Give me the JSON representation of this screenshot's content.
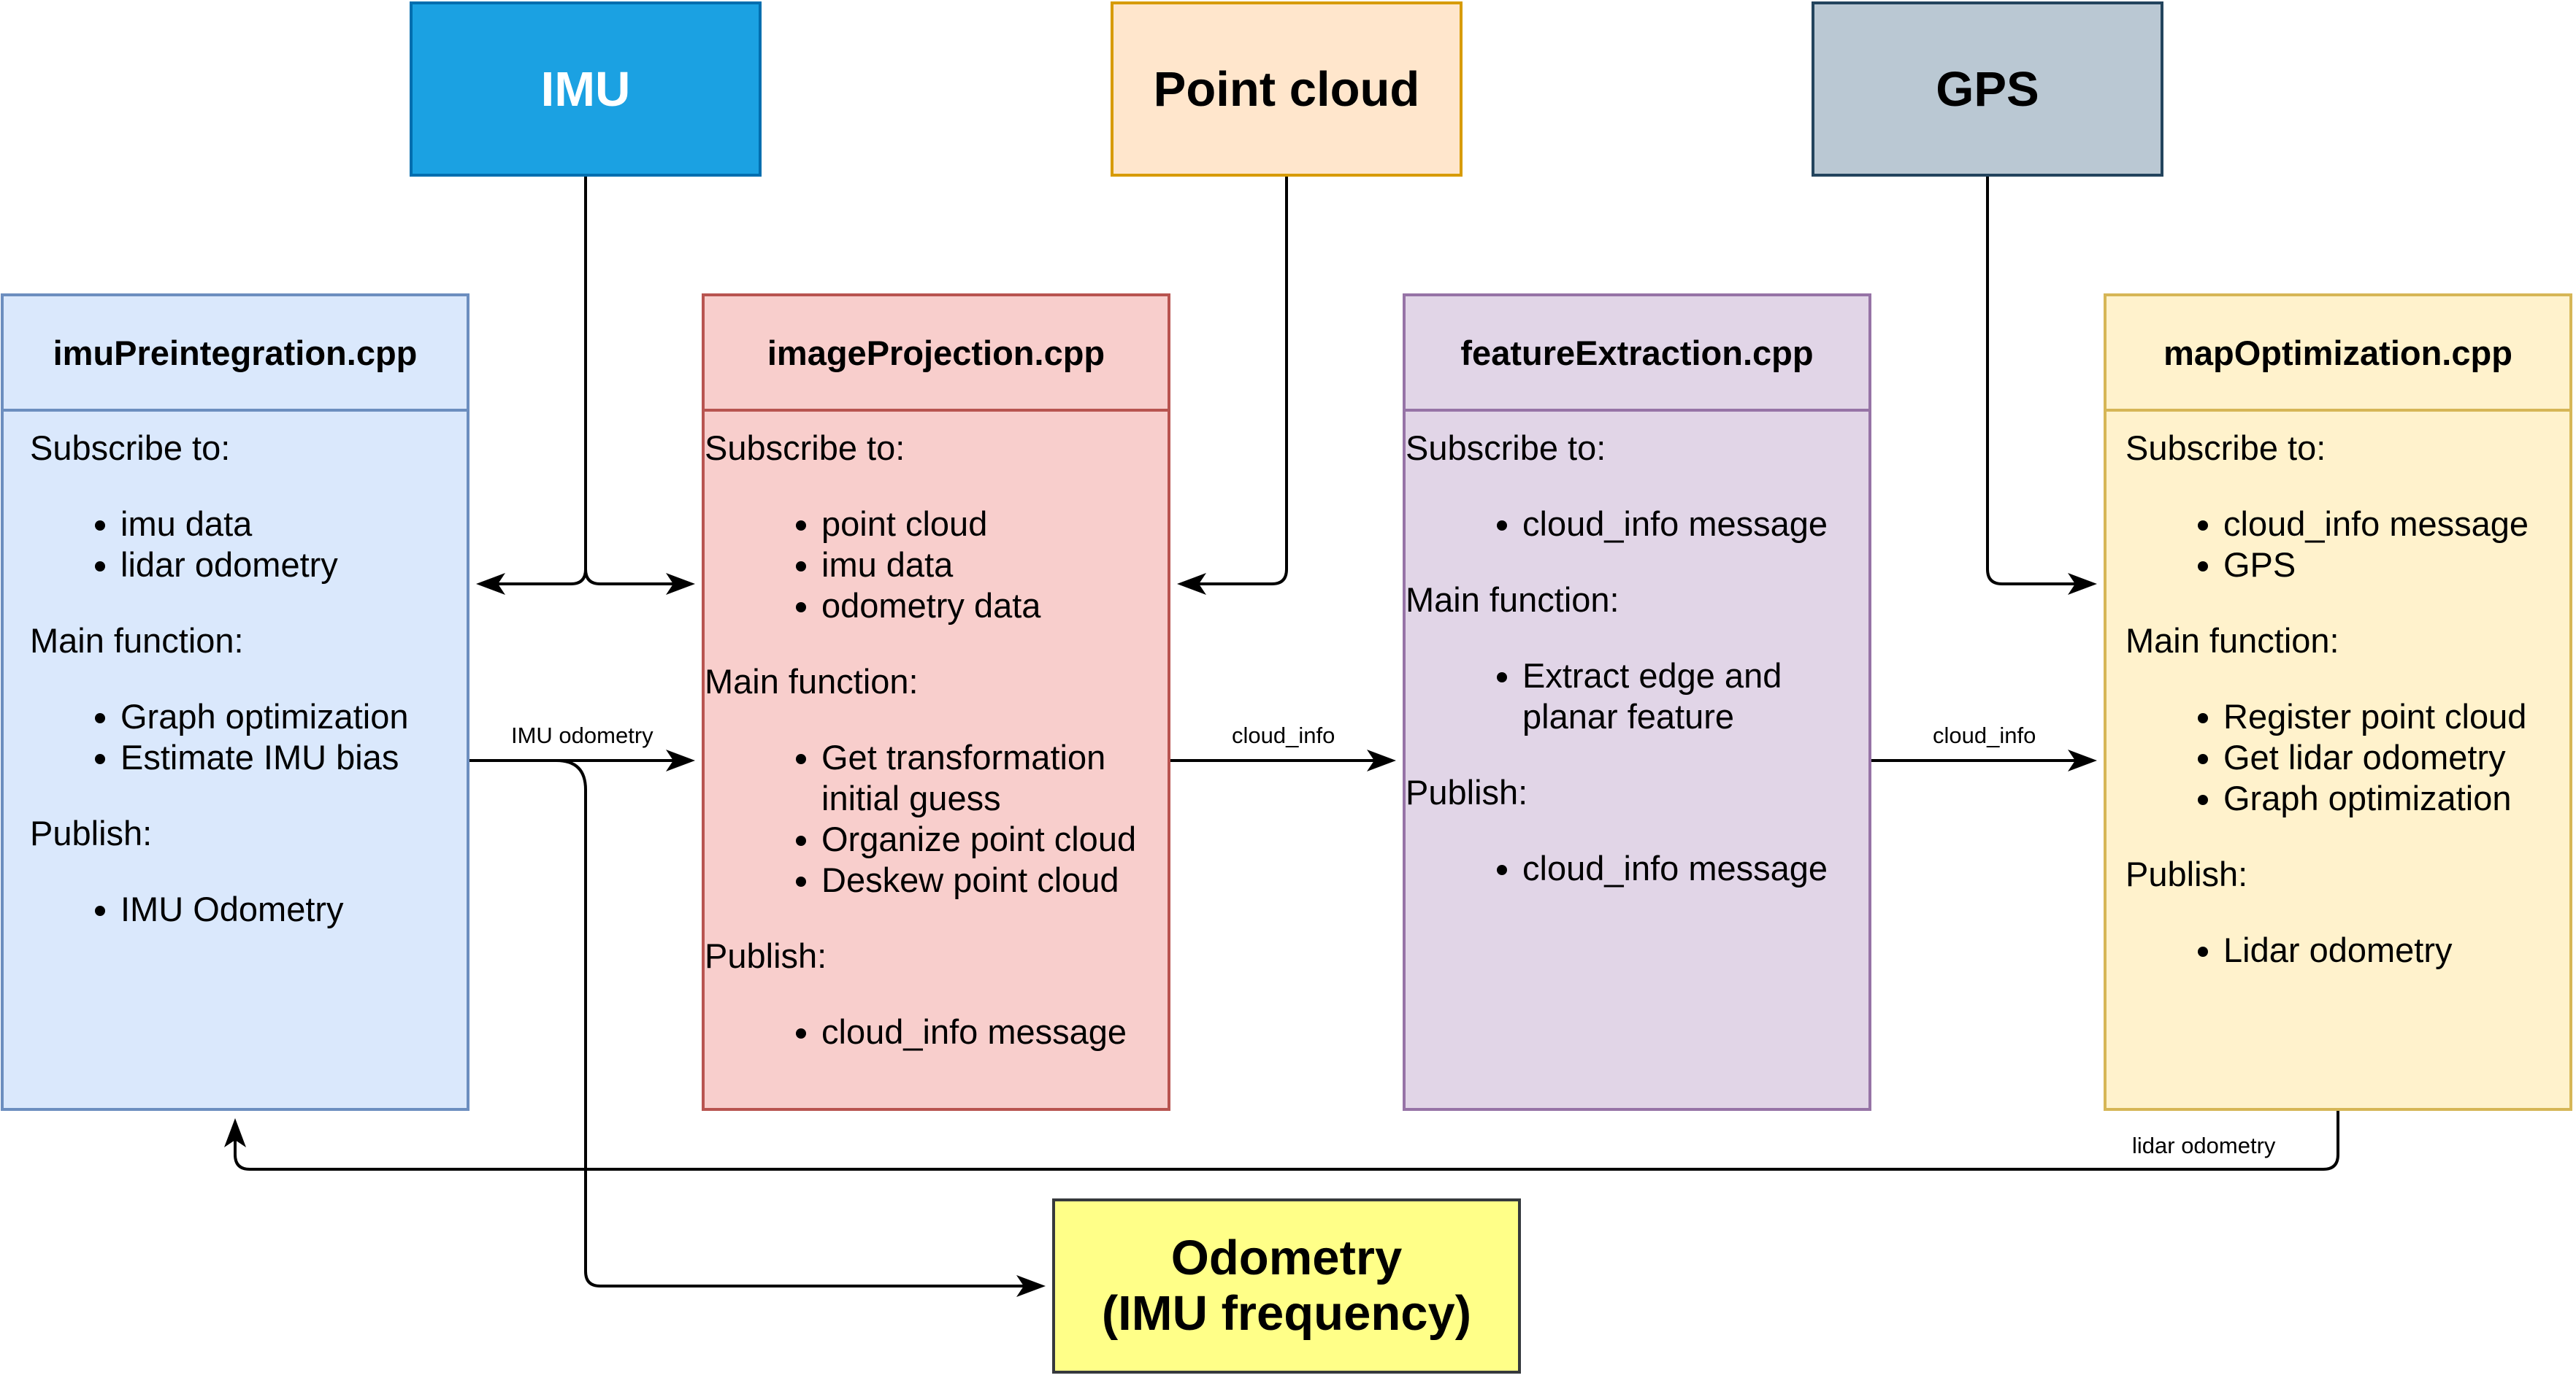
{
  "sources": {
    "imu": {
      "label": "IMU"
    },
    "pointcloud": {
      "label": "Point cloud"
    },
    "gps": {
      "label": "GPS"
    }
  },
  "nodes": {
    "imu_preint": {
      "title": "imuPreintegration.cpp",
      "subscribe_label": "Subscribe to:",
      "subscribe": [
        "imu data",
        "lidar odometry"
      ],
      "main_label": "Main function:",
      "main": [
        "Graph optimization",
        "Estimate IMU bias"
      ],
      "publish_label": "Publish:",
      "publish": [
        "IMU Odometry"
      ]
    },
    "image_proj": {
      "title": "imageProjection.cpp",
      "subscribe_label": "Subscribe to:",
      "subscribe": [
        "point cloud",
        "imu data",
        "odometry data"
      ],
      "main_label": "Main function:",
      "main": [
        "Get transformation initial guess",
        "Organize point cloud",
        "Deskew point cloud"
      ],
      "publish_label": "Publish:",
      "publish": [
        "cloud_info message"
      ]
    },
    "feature_ext": {
      "title": "featureExtraction.cpp",
      "subscribe_label": "Subscribe to:",
      "subscribe": [
        "cloud_info message"
      ],
      "main_label": "Main function:",
      "main": [
        "Extract edge and planar feature"
      ],
      "publish_label": "Publish:",
      "publish": [
        "cloud_info message"
      ]
    },
    "map_opt": {
      "title": "mapOptimization.cpp",
      "subscribe_label": "Subscribe to:",
      "subscribe": [
        "cloud_info message",
        "GPS"
      ],
      "main_label": "Main function:",
      "main": [
        "Register point cloud",
        "Get lidar odometry",
        "Graph optimization"
      ],
      "publish_label": "Publish:",
      "publish": [
        "Lidar odometry"
      ]
    }
  },
  "edges": {
    "imu_odometry": "IMU odometry",
    "cloud_info_1": "cloud_info",
    "cloud_info_2": "cloud_info",
    "lidar_odometry": "lidar odometry"
  },
  "output": {
    "line1": "Odometry",
    "line2": "(IMU frequency)"
  },
  "colors": {
    "imu_fill": "#1ba1e2",
    "imu_stroke": "#006eaf",
    "pc_fill": "#ffe6cc",
    "pc_stroke": "#d79b00",
    "gps_fill": "#bac8d3",
    "gps_stroke": "#23445d",
    "blue_fill": "#dae8fc",
    "blue_stroke": "#6c8ebf",
    "red_fill": "#f8cecc",
    "red_stroke": "#b85450",
    "purple_fill": "#e1d5e7",
    "purple_stroke": "#9673a6",
    "yellow_fill": "#fff2cc",
    "yellow_stroke": "#d6b656",
    "out_fill": "#ffff88",
    "out_stroke": "#36393d"
  }
}
